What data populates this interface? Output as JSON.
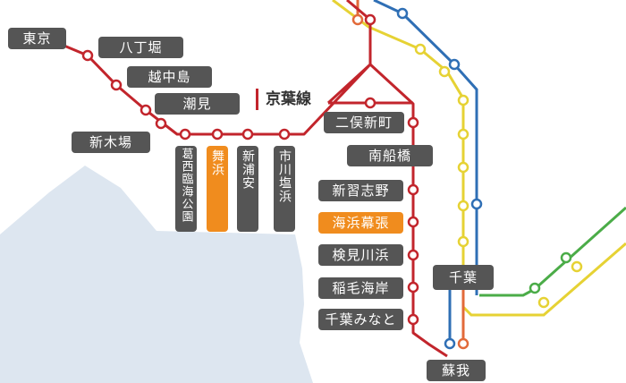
{
  "line_name": "京葉線",
  "colors": {
    "keiyo": "#c2252c",
    "sobu_blue": "#2f6fb5",
    "sobu_yellow": "#e6d234",
    "green": "#4bac48",
    "orange_line": "#e26a3a",
    "highlight": "#f08c1e",
    "label_bg": "#555555",
    "sea": "#dde6f0"
  },
  "stations": {
    "tokyo": "東京",
    "hatchobori": "八丁堀",
    "etchujima": "越中島",
    "shiomi": "潮見",
    "shinkiba": "新木場",
    "kasai_rinkai_koen": "葛西臨海公園",
    "maihama": "舞浜",
    "shin_urayasu": "新浦安",
    "ichikawa_shiohama": "市川塩浜",
    "futamata_shinmachi": "二俣新町",
    "minami_funabashi": "南船橋",
    "shin_narashino": "新習志野",
    "kaihin_makuhari": "海浜幕張",
    "kemigawahama": "検見川浜",
    "inage_kaigan": "稲毛海岸",
    "chiba_minato": "千葉みなと",
    "chiba": "千葉",
    "soga": "蘇我"
  }
}
